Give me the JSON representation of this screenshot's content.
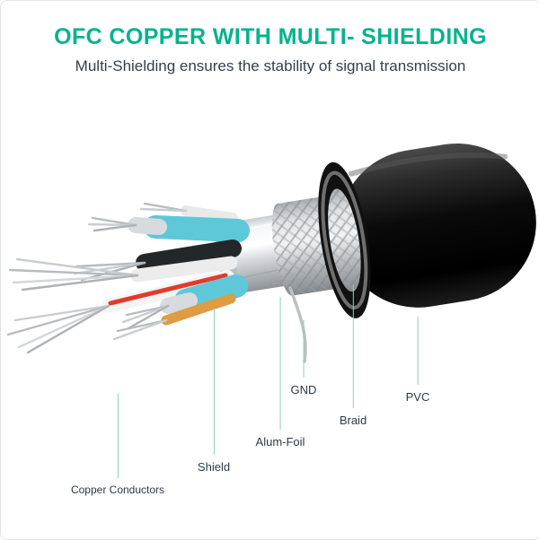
{
  "header": {
    "title": "OFC COPPER WITH MULTI- SHIELDING",
    "subtitle": "Multi-Shielding ensures the stability of signal transmission"
  },
  "labels": {
    "copper_conductors": "Copper Conductors",
    "shield": "Shield",
    "alum_foil": "Alum-Foil",
    "gnd": "GND",
    "braid": "Braid",
    "pvc": "PVC"
  },
  "colors": {
    "accent_green": "#00b48c",
    "leader_line": "#8ad2b8",
    "pvc_jacket": "#0d0d0d",
    "shield_cyan": "#5ec8d9",
    "foil_silver": "#d4d8db",
    "conductor_red": "#e23b2e",
    "conductor_orange": "#df9c40"
  }
}
